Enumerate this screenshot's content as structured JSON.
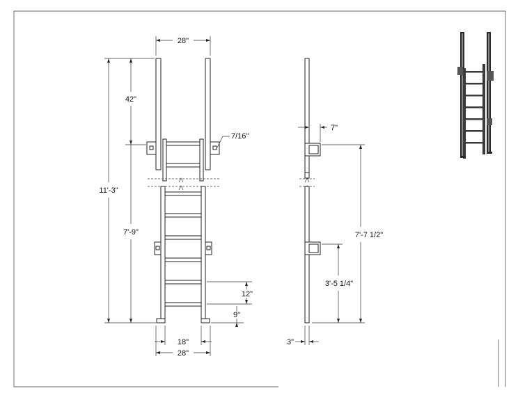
{
  "front_view": {
    "top_width": "28\"",
    "extension_height": "42\"",
    "bracket_offset": "7/16\"",
    "overall_height": "11'-3\"",
    "ladder_height": "7'-9\"",
    "rung_spacing": "12\"",
    "first_rung": "9\"",
    "rung_width": "18\"",
    "base_width": "28\""
  },
  "side_view": {
    "standoff": "7\"",
    "bracket_span": "7'-7 1/2\"",
    "lower_bracket_height": "3'-5 1/4\"",
    "base_offset": "3\""
  }
}
